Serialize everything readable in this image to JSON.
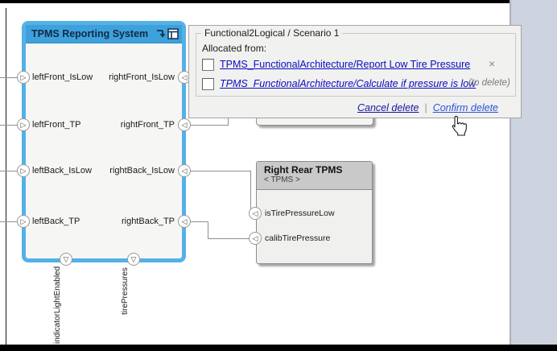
{
  "main_block": {
    "title": "TPMS Reporting System",
    "left_ports": [
      "leftFront_IsLow",
      "leftFront_TP",
      "leftBack_IsLow",
      "leftBack_TP"
    ],
    "right_ports": [
      "rightFront_IsLow",
      "rightFront_TP",
      "rightBack_IsLow",
      "rightBack_TP"
    ],
    "bottom_ports": [
      "indicatorLightEnabled",
      "tirePressures"
    ]
  },
  "component": {
    "title": "Right Rear TPMS",
    "stereotype": "< TPMS >",
    "ports": [
      "isTirePressureLow",
      "calibTirePressure"
    ]
  },
  "popup": {
    "title": "Functional2Logical / Scenario 1",
    "allocated_from": "Allocated from:",
    "allocations": [
      {
        "link": "TPMS_FunctionalArchitecture/Report Low Tire Pressure",
        "tag": "×"
      },
      {
        "link": "TPMS_FunctionalArchitecture/Calculate if pressure is low",
        "tag": "(to delete)"
      }
    ],
    "cancel": "Cancel delete",
    "divider": "|",
    "confirm": "Confirm delete"
  },
  "icons": {
    "port_in": "▷",
    "port_out": "◁",
    "port_down": "▽"
  },
  "colors": {
    "block_accent": "#54b1e6",
    "block_header": "#3fa1dc",
    "link_blue": "#0b0bc4",
    "cancel_link": "#1515a8",
    "confirm_link": "#2a52e0",
    "right_strip": "#cdd4df"
  }
}
